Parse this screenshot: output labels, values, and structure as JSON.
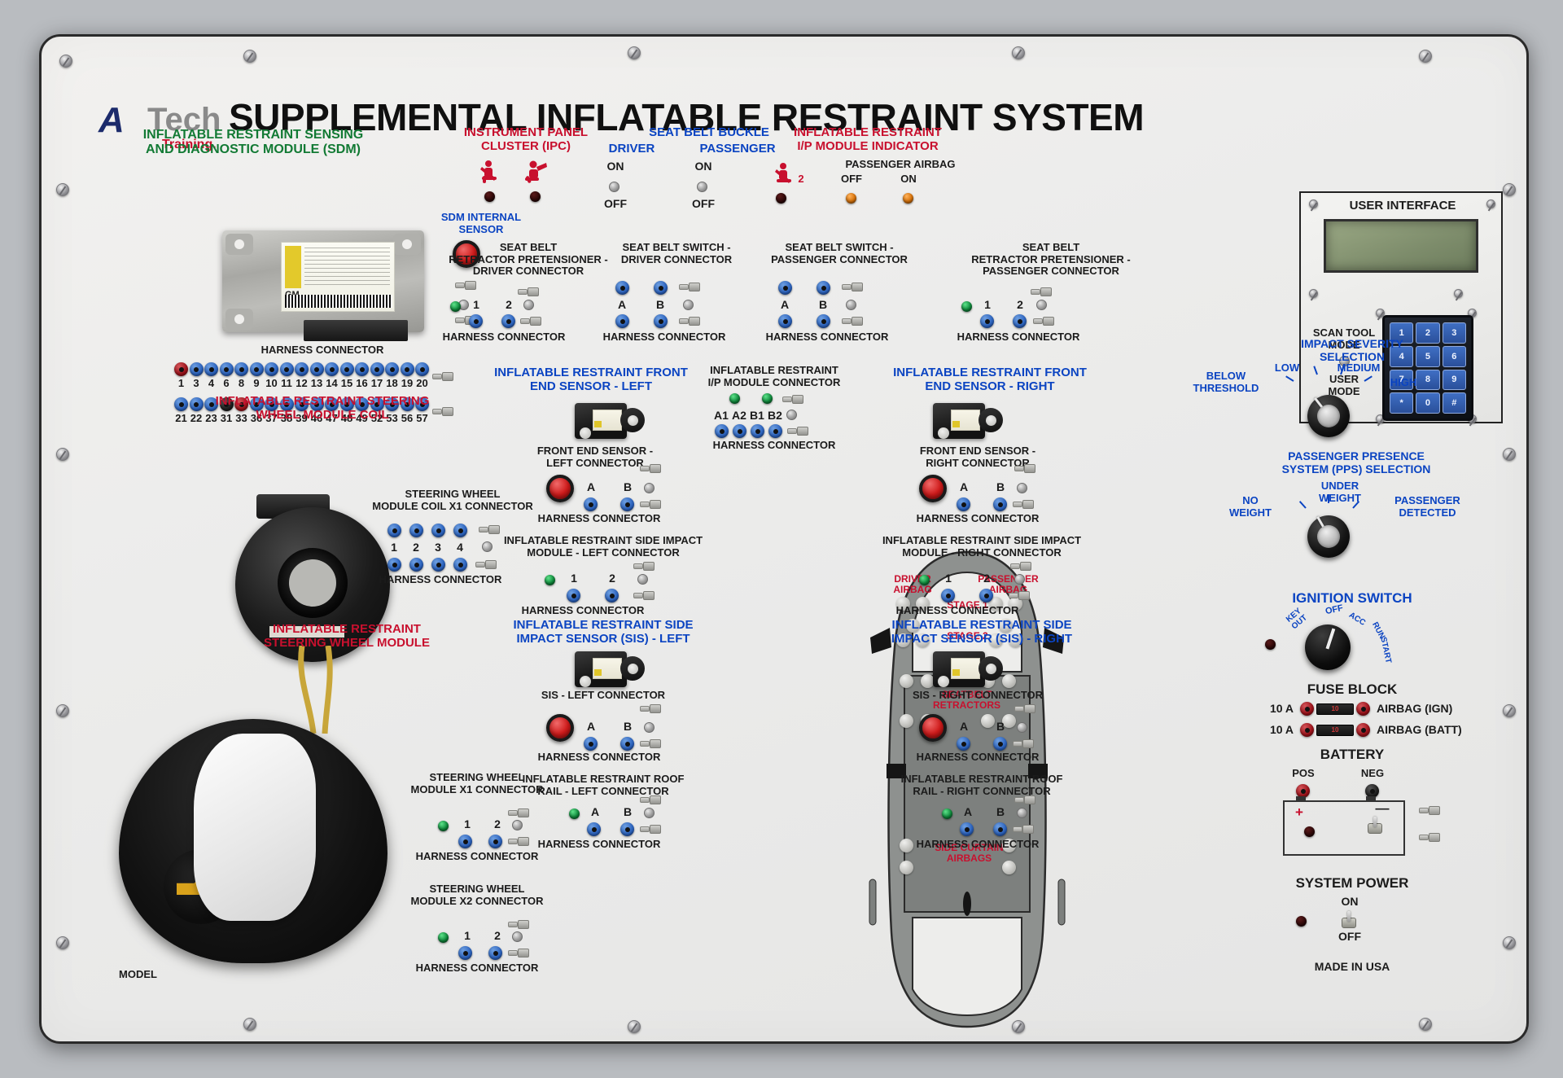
{
  "board": {
    "brand": {
      "a": "A",
      "tech": "Tech",
      "training": "Training."
    },
    "title": "SUPPLEMENTAL INFLATABLE RESTRAINT SYSTEM",
    "model_label": "MODEL",
    "made_in": "MADE IN USA"
  },
  "sdm": {
    "heading": "INFLATABLE RESTRAINT SENSING\nAND DIAGNOSTIC MODULE (SDM)",
    "module_brand": "GM",
    "harness_label": "HARNESS CONNECTOR",
    "row1_pins": [
      "1",
      "3",
      "4",
      "6",
      "8",
      "9",
      "10",
      "11",
      "12",
      "13",
      "14",
      "15",
      "16",
      "17",
      "18",
      "19",
      "20"
    ],
    "row1_colors": [
      "red",
      "blue",
      "blue",
      "blue",
      "blue",
      "blue",
      "blue",
      "blue",
      "blue",
      "blue",
      "blue",
      "blue",
      "blue",
      "blue",
      "blue",
      "blue",
      "blue"
    ],
    "row2_pins": [
      "21",
      "22",
      "23",
      "31",
      "33",
      "36",
      "37",
      "38",
      "39",
      "46",
      "47",
      "48",
      "49",
      "52",
      "53",
      "56",
      "57"
    ],
    "row2_colors": [
      "blue",
      "blue",
      "blue",
      "black",
      "red",
      "blue",
      "blue",
      "blue",
      "blue",
      "blue",
      "blue",
      "blue",
      "blue",
      "blue",
      "blue",
      "blue",
      "blue"
    ],
    "internal_sensor_label": "SDM INTERNAL\nSENSOR"
  },
  "ipc": {
    "heading": "INSTRUMENT PANEL\nCLUSTER (IPC)",
    "indicator_icons": [
      "seatbelt-person-icon",
      "airbag-person-icon"
    ],
    "pretensioner": {
      "title": "SEAT BELT\nRETRACTOR PRETENSIONER -\nDRIVER CONNECTOR",
      "pins": [
        "1",
        "2"
      ],
      "harness_label": "HARNESS CONNECTOR"
    }
  },
  "seat_belt_buckle": {
    "heading": "SEAT BELT BUCKLE",
    "driver_label": "DRIVER",
    "passenger_label": "PASSENGER",
    "on": "ON",
    "off": "OFF",
    "driver_connector": {
      "title": "SEAT BELT SWITCH -\nDRIVER CONNECTOR",
      "pins": [
        "A",
        "B"
      ],
      "harness_label": "HARNESS CONNECTOR"
    },
    "passenger_connector": {
      "title": "SEAT BELT SWITCH -\nPASSENGER CONNECTOR",
      "pins": [
        "A",
        "B"
      ],
      "harness_label": "HARNESS CONNECTOR"
    }
  },
  "ip_indicator": {
    "heading": "INFLATABLE RESTRAINT\nI/P MODULE INDICATOR",
    "icon_label": "2",
    "passenger_airbag_label": "PASSENGER AIRBAG",
    "off": "OFF",
    "on": "ON",
    "pretensioner_passenger": {
      "title": "SEAT BELT\nRETRACTOR PRETENSIONER -\nPASSENGER CONNECTOR",
      "pins": [
        "1",
        "2"
      ],
      "harness_label": "HARNESS CONNECTOR"
    }
  },
  "user_interface": {
    "title": "USER INTERFACE",
    "scan_tool_mode": "SCAN TOOL\nMODE",
    "user_mode": "USER\nMODE",
    "keypad": [
      "1",
      "2",
      "3",
      "4",
      "5",
      "6",
      "7",
      "8",
      "9",
      "*",
      "0",
      "#"
    ]
  },
  "steering_coil": {
    "heading": "INFLATABLE RESTRAINT STEERING\nWHEEL MODULE COIL",
    "connector_title": "STEERING WHEEL\nMODULE COIL X1 CONNECTOR",
    "pins": [
      "1",
      "2",
      "3",
      "4"
    ],
    "harness_label": "HARNESS CONNECTOR"
  },
  "steering_module": {
    "heading": "INFLATABLE RESTRAINT\nSTEERING WHEEL MODULE",
    "x1": {
      "title": "STEERING WHEEL\nMODULE X1 CONNECTOR",
      "pins": [
        "1",
        "2"
      ],
      "harness_label": "HARNESS CONNECTOR"
    },
    "x2": {
      "title": "STEERING WHEEL\nMODULE X2 CONNECTOR",
      "pins": [
        "1",
        "2"
      ],
      "harness_label": "HARNESS CONNECTOR"
    }
  },
  "front_end_left": {
    "heading": "INFLATABLE RESTRAINT FRONT\nEND SENSOR - LEFT",
    "connector_title": "FRONT END SENSOR -\nLEFT CONNECTOR",
    "pins": [
      "A",
      "B"
    ],
    "harness_label": "HARNESS CONNECTOR"
  },
  "front_end_right": {
    "heading": "INFLATABLE RESTRAINT FRONT\nEND SENSOR - RIGHT",
    "connector_title": "FRONT END SENSOR -\nRIGHT CONNECTOR",
    "pins": [
      "A",
      "B"
    ],
    "harness_label": "HARNESS CONNECTOR"
  },
  "ip_module_connector": {
    "heading": "INFLATABLE RESTRAINT\nI/P MODULE CONNECTOR",
    "pins": [
      "A1",
      "A2",
      "B1",
      "B2"
    ],
    "harness_label": "HARNESS CONNECTOR"
  },
  "side_impact_module_left": {
    "title": "INFLATABLE RESTRAINT SIDE IMPACT\nMODULE - LEFT CONNECTOR",
    "pins": [
      "1",
      "2"
    ],
    "harness_label": "HARNESS CONNECTOR"
  },
  "side_impact_module_right": {
    "title": "INFLATABLE RESTRAINT SIDE IMPACT\nMODULE  - RIGHT CONNECTOR",
    "pins": [
      "1",
      "2"
    ],
    "harness_label": "HARNESS CONNECTOR"
  },
  "sis_left": {
    "heading": "INFLATABLE RESTRAINT SIDE\nIMPACT SENSOR (SIS) - LEFT",
    "connector_title": "SIS - LEFT CONNECTOR",
    "pins": [
      "A",
      "B"
    ],
    "harness_label": "HARNESS CONNECTOR"
  },
  "sis_right": {
    "heading": "INFLATABLE RESTRAINT SIDE\nIMPACT SENSOR (SIS) - RIGHT",
    "connector_title": "SIS - RIGHT CONNECTOR",
    "pins": [
      "A",
      "B"
    ],
    "harness_label": "HARNESS CONNECTOR"
  },
  "roof_rail_left": {
    "title": "INFLATABLE RESTRAINT ROOF\nRAIL - LEFT CONNECTOR",
    "pins": [
      "A",
      "B"
    ],
    "harness_label": "HARNESS CONNECTOR"
  },
  "roof_rail_right": {
    "title": "INFLATABLE RESTRAINT ROOF\nRAIL - RIGHT CONNECTOR",
    "pins": [
      "A",
      "B"
    ],
    "harness_label": "HARNESS CONNECTOR"
  },
  "car_diagram": {
    "driver_airbag": "DRIVER\nAIRBAG",
    "passenger_airbag": "PASSENGER\nAIRBAG",
    "stage1": "STAGE 1",
    "stage2": "STAGE 2",
    "side_airbags": "SIDE AIRBAGS",
    "seatbelt_retractors": "SEATBELT\nRETRACTORS",
    "side_curtain": "SIDE CURTAIN\nAIRBAGS"
  },
  "impact_severity": {
    "heading": "IMPACT SEVERITY\nSELECTION",
    "positions": [
      "BELOW\nTHRESHOLD",
      "LOW",
      "MEDIUM",
      "HIGH"
    ]
  },
  "pps": {
    "heading": "PASSENGER PRESENCE\nSYSTEM (PPS) SELECTION",
    "positions": [
      "NO\nWEIGHT",
      "UNDER\nWEIGHT",
      "PASSENGER\nDETECTED"
    ]
  },
  "ignition": {
    "heading": "IGNITION SWITCH",
    "positions": [
      "KEY\nOUT",
      "OFF",
      "ACC",
      "RUN",
      "START"
    ]
  },
  "fuse_block": {
    "heading": "FUSE BLOCK",
    "fuses": [
      {
        "rating": "10 A",
        "label": "AIRBAG (IGN)",
        "value": "10"
      },
      {
        "rating": "10 A",
        "label": "AIRBAG (BATT)",
        "value": "10"
      }
    ]
  },
  "battery": {
    "heading": "BATTERY",
    "pos": "POS",
    "neg": "NEG",
    "plus": "+",
    "minus": "—"
  },
  "system_power": {
    "heading": "SYSTEM POWER",
    "on": "ON",
    "off": "OFF"
  }
}
